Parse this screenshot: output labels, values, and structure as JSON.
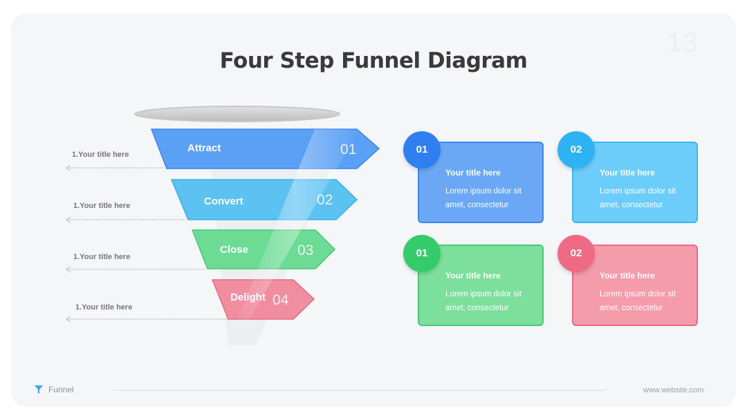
{
  "page_number": "13",
  "title": "Four Step Funnel Diagram",
  "funnel": {
    "steps": [
      {
        "label": "Attract",
        "number": "01",
        "color": "#5aa0f5"
      },
      {
        "label": "Convert",
        "number": "02",
        "color": "#5cc2f2"
      },
      {
        "label": "Close",
        "number": "03",
        "color": "#6cdb94"
      },
      {
        "label": "Delight",
        "number": "04",
        "color": "#f08ea0"
      }
    ],
    "left_labels": [
      "1.Your title here",
      "1.Your title here",
      "1.Your title here",
      "1.Your title here"
    ]
  },
  "cards": [
    {
      "badge": "01",
      "title": "Your title here",
      "body": "Lorem ipsum dolor sit amet, consectetur",
      "fill": "#6aa8f6",
      "border": "#3a86ef",
      "badge_color": "#2f7ff0"
    },
    {
      "badge": "02",
      "title": "Your title here",
      "body": "Lorem ipsum dolor sit amet, consectetur",
      "fill": "#6dcdfa",
      "border": "#3bb6f2",
      "badge_color": "#2db3f3"
    },
    {
      "badge": "01",
      "title": "Your title here",
      "body": "Lorem ipsum dolor sit amet, consectetur",
      "fill": "#7ddf9c",
      "border": "#45c974",
      "badge_color": "#34cc6a"
    },
    {
      "badge": "02",
      "title": "Your title here",
      "body": "Lorem ipsum dolor sit amet, consectetur",
      "fill": "#f59cab",
      "border": "#ea6a81",
      "badge_color": "#ef6a84"
    }
  ],
  "footer": {
    "label": "Funnel",
    "website": "www.website.com"
  }
}
